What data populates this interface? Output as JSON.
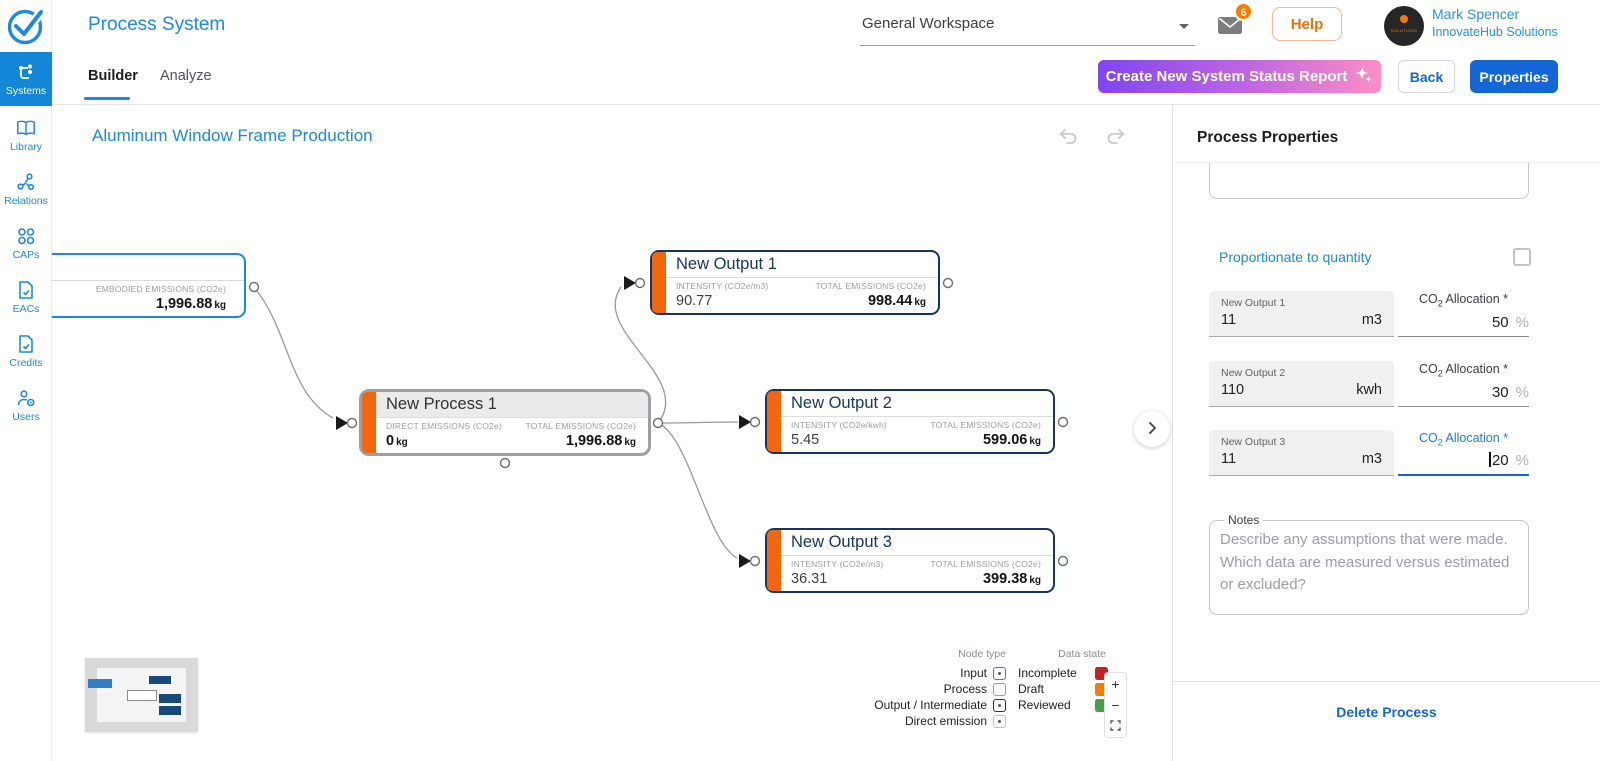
{
  "header": {
    "app_title": "Process System",
    "workspace_selector": "General Workspace",
    "mail_badge": "6",
    "help_label": "Help",
    "user_name": "Mark Spencer",
    "user_org": "InnovateHub Solutions"
  },
  "sidebar": [
    {
      "label": "Systems"
    },
    {
      "label": "Library"
    },
    {
      "label": "Relations"
    },
    {
      "label": "CAPs"
    },
    {
      "label": "EACs"
    },
    {
      "label": "Credits"
    },
    {
      "label": "Users"
    }
  ],
  "tabs": {
    "builder": "Builder",
    "analyze": "Analyze"
  },
  "toolbar": {
    "create_report": "Create New System Status Report",
    "back": "Back",
    "properties": "Properties"
  },
  "canvas": {
    "title": "Aluminum Window Frame Production",
    "nodes": [
      {
        "type": "input",
        "stat_label": "EMBODIED EMISSIONS (CO2e)",
        "stat_value": "1,996.88",
        "stat_unit": "kg"
      },
      {
        "type": "process",
        "title": "New Process 1",
        "stats": [
          {
            "label": "DIRECT EMISSIONS (CO2e)",
            "value": "0",
            "unit": "kg"
          },
          {
            "label": "TOTAL EMISSIONS (CO2e)",
            "value": "1,996.88",
            "unit": "kg"
          }
        ]
      },
      {
        "type": "output",
        "title": "New Output 1",
        "stats": [
          {
            "label": "INTENSITY (CO2e/m3)",
            "value": "90.77",
            "unit": ""
          },
          {
            "label": "TOTAL EMISSIONS (CO2e)",
            "value": "998.44",
            "unit": "kg"
          }
        ]
      },
      {
        "type": "output",
        "title": "New Output 2",
        "stats": [
          {
            "label": "INTENSITY (CO2e/kwh)",
            "value": "5.45",
            "unit": ""
          },
          {
            "label": "TOTAL EMISSIONS (CO2e)",
            "value": "599.06",
            "unit": "kg"
          }
        ]
      },
      {
        "type": "output",
        "title": "New Output 3",
        "stats": [
          {
            "label": "INTENSITY (CO2e/m3)",
            "value": "36.31",
            "unit": ""
          },
          {
            "label": "TOTAL EMISSIONS (CO2e)",
            "value": "399.38",
            "unit": "kg"
          }
        ]
      }
    ],
    "legend": {
      "node_type_title": "Node type",
      "node_types": [
        {
          "label": "Input",
          "color": "#1e88e5",
          "dot": "yes"
        },
        {
          "label": "Process",
          "color": "#9e9e9e",
          "dot": "no"
        },
        {
          "label": "Output / Intermediate",
          "color": "#16365f",
          "dot": "yes"
        },
        {
          "label": "Direct emission",
          "color": "#c0c0c0",
          "dot": "yes"
        }
      ],
      "data_state_title": "Data state",
      "data_states": [
        {
          "label": "Incomplete",
          "color": "#c62121"
        },
        {
          "label": "Draft",
          "color": "#f57c00"
        },
        {
          "label": "Reviewed",
          "color": "#43a047"
        }
      ]
    },
    "zoom_controls": {
      "zoom_in": "+",
      "zoom_out": "−"
    }
  },
  "properties_panel": {
    "title": "Process Properties",
    "proportionate_label": "Proportionate to quantity",
    "co2_prefix": "CO",
    "co2_sub": "2",
    "allocation_suffix": " Allocation *",
    "percent": "%",
    "allocations": [
      {
        "name": "New Output 1",
        "quantity": "11",
        "unit": "m3",
        "allocation": "50"
      },
      {
        "name": "New Output 2",
        "quantity": "110",
        "unit": "kwh",
        "allocation": "30"
      },
      {
        "name": "New Output 3",
        "quantity": "11",
        "unit": "m3",
        "allocation": "20"
      }
    ],
    "notes_label": "Notes",
    "notes_placeholder": "Describe any assumptions that were made. Which data are measured versus estimated or excluded?",
    "delete_label": "Delete Process"
  }
}
